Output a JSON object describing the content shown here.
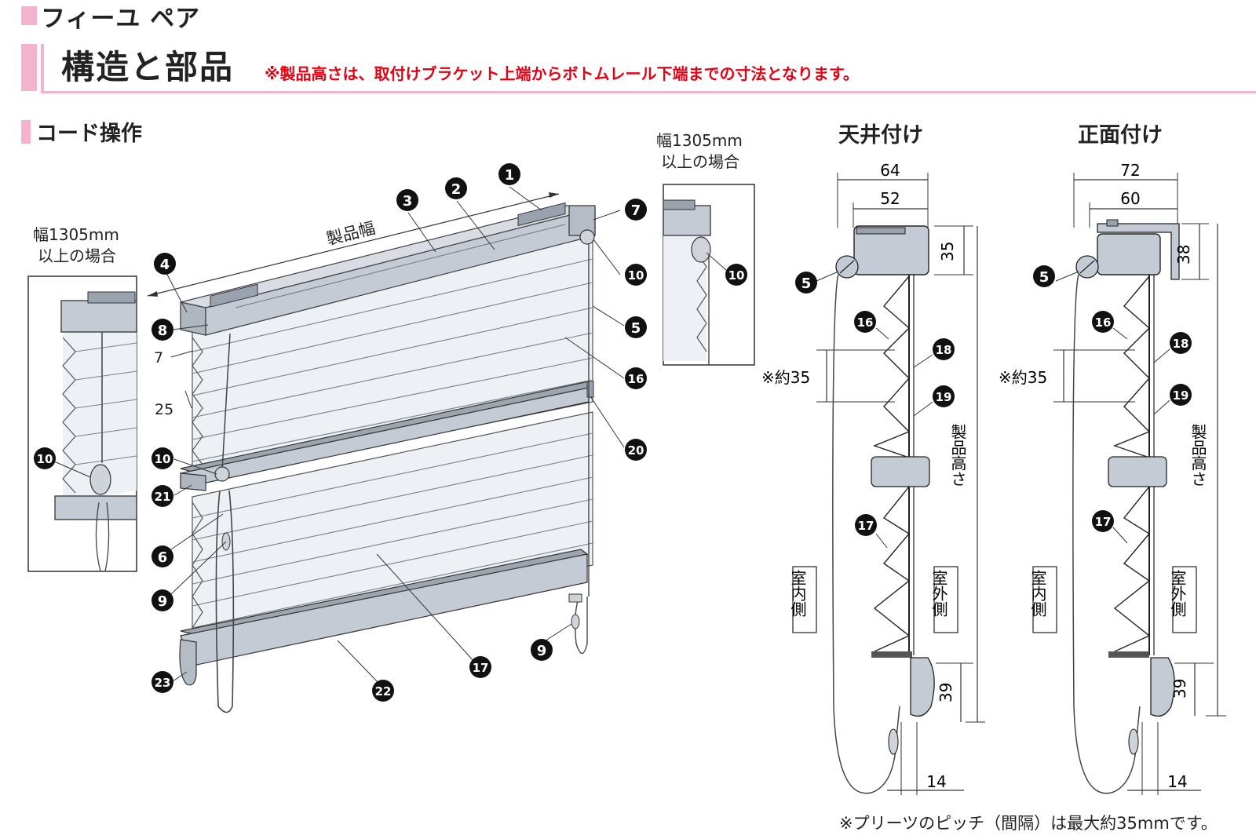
{
  "product_name": "フィーユ ペア",
  "section_heading": "構造と部品",
  "height_note": "※製品高さは、取付けブラケット上端からボトムレール下端までの寸法となります。",
  "cord_operation_label": "コード操作",
  "inset_label_line1": "幅1305mm",
  "inset_label_line2": "以上の場合",
  "width_label": "製品幅",
  "pleat_offset": "7",
  "pleat_depth": "25",
  "ceiling_mount": {
    "title": "天井付け",
    "outer_width": "64",
    "inner_width": "52",
    "head_height": "35",
    "pitch": "※約35",
    "bottom_height": "39",
    "clearance": "14",
    "height_label": "製品高さ",
    "indoor_label": "室内側",
    "outdoor_label": "室外側"
  },
  "front_mount": {
    "title": "正面付け",
    "outer_width": "72",
    "inner_width": "60",
    "head_height": "38",
    "pitch": "※約35",
    "bottom_height": "39",
    "clearance": "14",
    "height_label": "製品高さ",
    "indoor_label": "室内側",
    "outdoor_label": "室外側"
  },
  "callouts": {
    "n1": "1",
    "n2": "2",
    "n3": "3",
    "n4": "4",
    "n5": "5",
    "n6": "6",
    "n7": "7",
    "n8": "8",
    "n9": "9",
    "n10": "10",
    "n16": "16",
    "n17": "17",
    "n18": "18",
    "n19": "19",
    "n20": "20",
    "n21": "21",
    "n22": "22",
    "n23": "23"
  },
  "footnote": "※プリーツのピッチ（間隔）は最大約35mmです。",
  "colors": {
    "accent_pink": "#f3b3cc",
    "note_red": "#e60012",
    "rail_gray": "#bfc6cf",
    "fabric_gray": "#edf0f4",
    "callout_black": "#111111"
  }
}
